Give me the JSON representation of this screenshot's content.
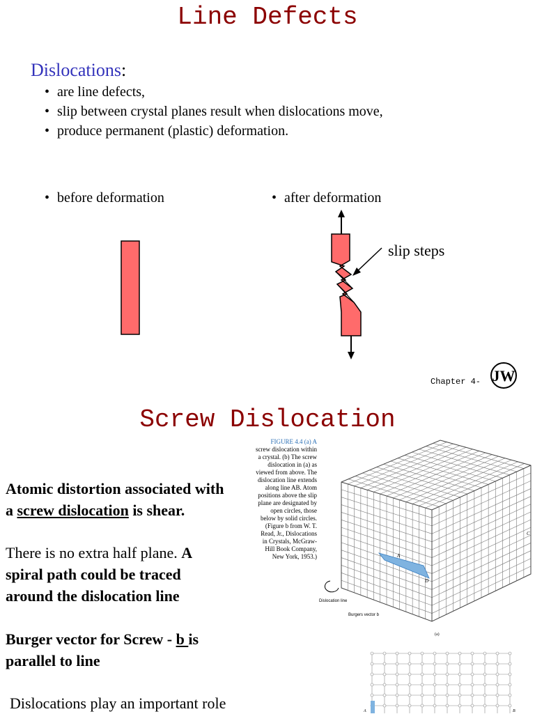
{
  "slide1": {
    "title": "Line Defects",
    "dislocations_label": "Dislocations",
    "dislocations_colon": ":",
    "bullets": [
      "are line defects,",
      "slip between crystal planes result when dislocations move,",
      "produce permanent (plastic) deformation."
    ],
    "before_label": "before deformation",
    "after_label": "after deformation",
    "slip_steps_label": "slip steps",
    "footer": "Chapter 4-",
    "logo_letters": "JW",
    "colors": {
      "title": "#8b0000",
      "dislocations": "#3333bb",
      "bar_fill": "#ff6b6b"
    }
  },
  "slide2": {
    "title": "Screw Dislocation",
    "para1_a": "Atomic distortion associated with",
    "para1_b": "a ",
    "para1_u": "screw dislocation",
    "para1_c": " is shear.",
    "para2_a": "There is no extra half plane. ",
    "para2_b": "A",
    "para2_c": "spiral path could be traced",
    "para2_d": "around the dislocation line",
    "para3_a": "Burger vector for Screw - ",
    "para3_u": "b ",
    "para3_b": "is",
    "para3_c": "parallel to line",
    "para4": "Dislocations play an important role",
    "figure_caption": [
      "FIGURE 4.4  (a) A",
      "screw dislocation within",
      "a crystal. (b) The screw",
      "dislocation in (a) as",
      "viewed from above. The",
      "dislocation line extends",
      "along line AB. Atom",
      "positions above the slip",
      "plane are designated by",
      "open circles, those",
      "below by solid circles.",
      "(Figure b from W. T.",
      "Read, Jr., Dislocations",
      "in Crystals, McGraw-",
      "Hill Book Company,",
      "New York, 1953.)"
    ],
    "fig_labels": {
      "dislocation_line": "Dislocation line",
      "burgers_vector": "Burgers vector b",
      "label_a": "A",
      "label_c": "C",
      "label_d": "D",
      "label_fig": "(a)",
      "label_a2": "A",
      "label_b2": "B"
    }
  }
}
